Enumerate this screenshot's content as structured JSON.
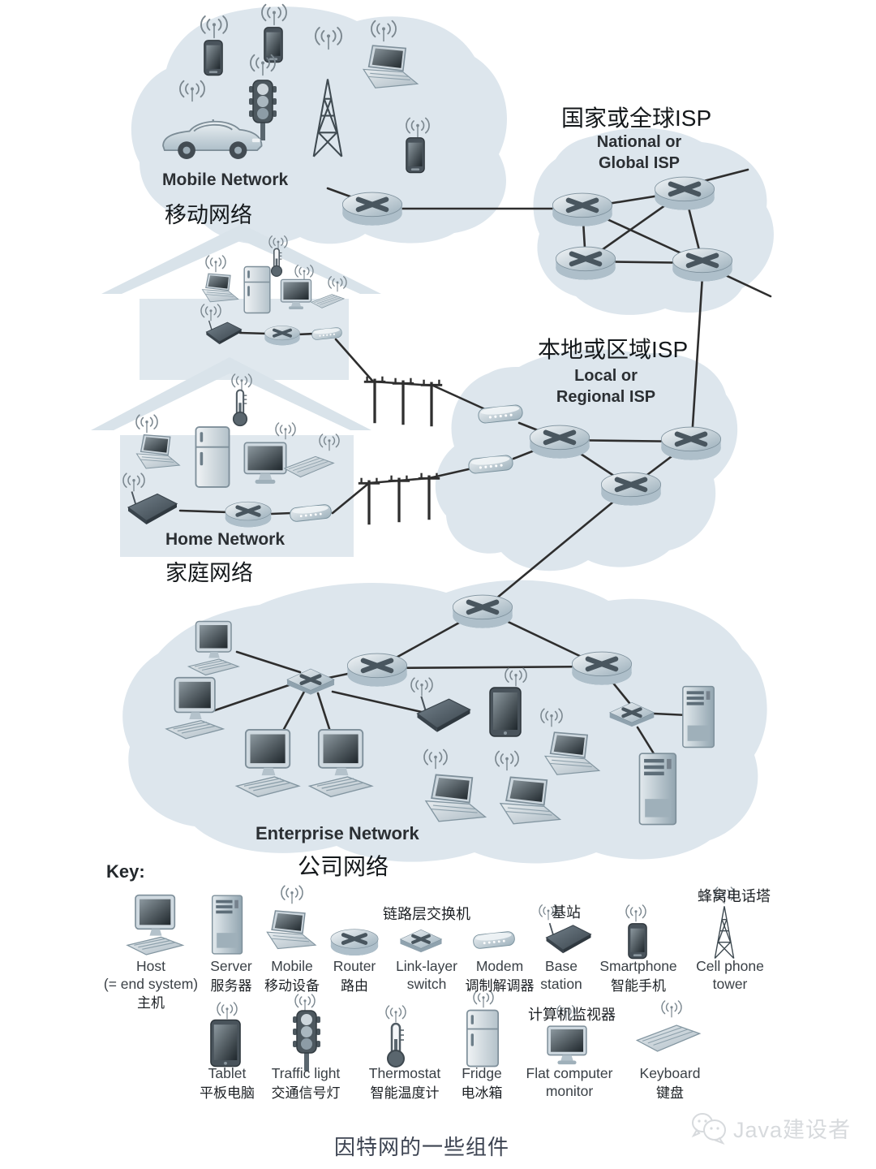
{
  "regions": {
    "mobile": {
      "en": "Mobile Network",
      "zh": "移动网络"
    },
    "national": {
      "zh": "国家或全球ISP",
      "en1": "National or",
      "en2": "Global ISP"
    },
    "local": {
      "zh": "本地或区域ISP",
      "en1": "Local or",
      "en2": "Regional ISP"
    },
    "home": {
      "en": "Home Network",
      "zh": "家庭网络"
    },
    "enterprise": {
      "en": "Enterprise Network",
      "zh": "公司网络"
    }
  },
  "key": {
    "title": "Key:",
    "items": {
      "host": {
        "en": "Host",
        "en2": "(= end system)",
        "zh": "主机"
      },
      "server": {
        "en": "Server",
        "zh": "服务器"
      },
      "mobile": {
        "en": "Mobile",
        "zh": "移动设备"
      },
      "router": {
        "en": "Router",
        "zh": "路由"
      },
      "switch": {
        "zh_above": "链路层交换机",
        "en": "Link-layer",
        "en2": "switch"
      },
      "modem": {
        "en": "Modem",
        "zh": "调制解调器"
      },
      "base_station": {
        "zh_above": "基站",
        "en": "Base",
        "en2": "station"
      },
      "smartphone": {
        "en": "Smartphone",
        "zh": "智能手机"
      },
      "cell_tower": {
        "zh_above": "蜂窝电话塔",
        "en": "Cell phone",
        "en2": "tower"
      },
      "tablet": {
        "en": "Tablet",
        "zh": "平板电脑"
      },
      "traffic_light": {
        "en": "Traffic light",
        "zh": "交通信号灯"
      },
      "thermostat": {
        "en": "Thermostat",
        "zh": "智能温度计"
      },
      "fridge": {
        "en": "Fridge",
        "zh": "电冰箱"
      },
      "flat_monitor": {
        "zh_above": "计算机监视器",
        "en": "Flat computer",
        "en2": "monitor"
      },
      "keyboard": {
        "en": "Keyboard",
        "zh": "键盘"
      }
    }
  },
  "caption": "因特网的一些组件",
  "watermark": "Java建设者",
  "colors": {
    "cloud": "#dde6ed",
    "house": "#e0e8ee",
    "link": "#2e2e2e",
    "device_dark": "#49565f",
    "text": "#16181a",
    "watermark": "#d7dadd"
  }
}
